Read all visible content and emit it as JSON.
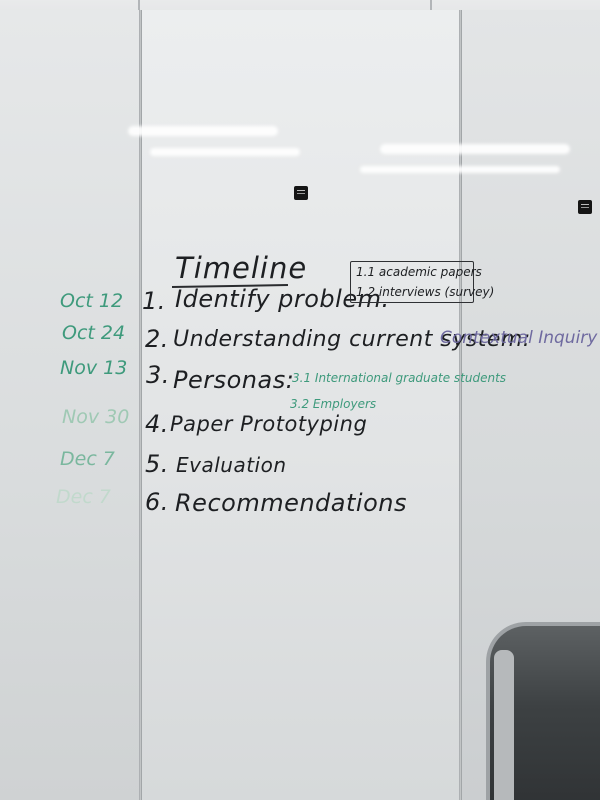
{
  "whiteboard": {
    "title": "Timeline",
    "entries": [
      {
        "date": "Oct 12",
        "number": "1.",
        "text": "Identify problem.",
        "subitems": [
          "1.1 academic papers",
          "1.2 interviews (survey)"
        ]
      },
      {
        "date": "Oct 24",
        "number": "2.",
        "text": "Understanding current system:",
        "note": "Contextual Inquiry"
      },
      {
        "date": "Nov 13",
        "number": "3.",
        "text": "Personas:",
        "subitems": [
          "3.1 International graduate students",
          "3.2 Employers"
        ]
      },
      {
        "date": "Nov 30",
        "number": "4.",
        "text": "Paper Prototyping"
      },
      {
        "date": "Dec 7",
        "number": "5.",
        "text": "Evaluation"
      },
      {
        "date": "Dec 7",
        "number": "6.",
        "text": "Recommendations"
      }
    ]
  },
  "colors": {
    "ink_black": "#1d1f22",
    "ink_green": "#3e9a7c",
    "ink_purple": "#6f6aa0"
  }
}
